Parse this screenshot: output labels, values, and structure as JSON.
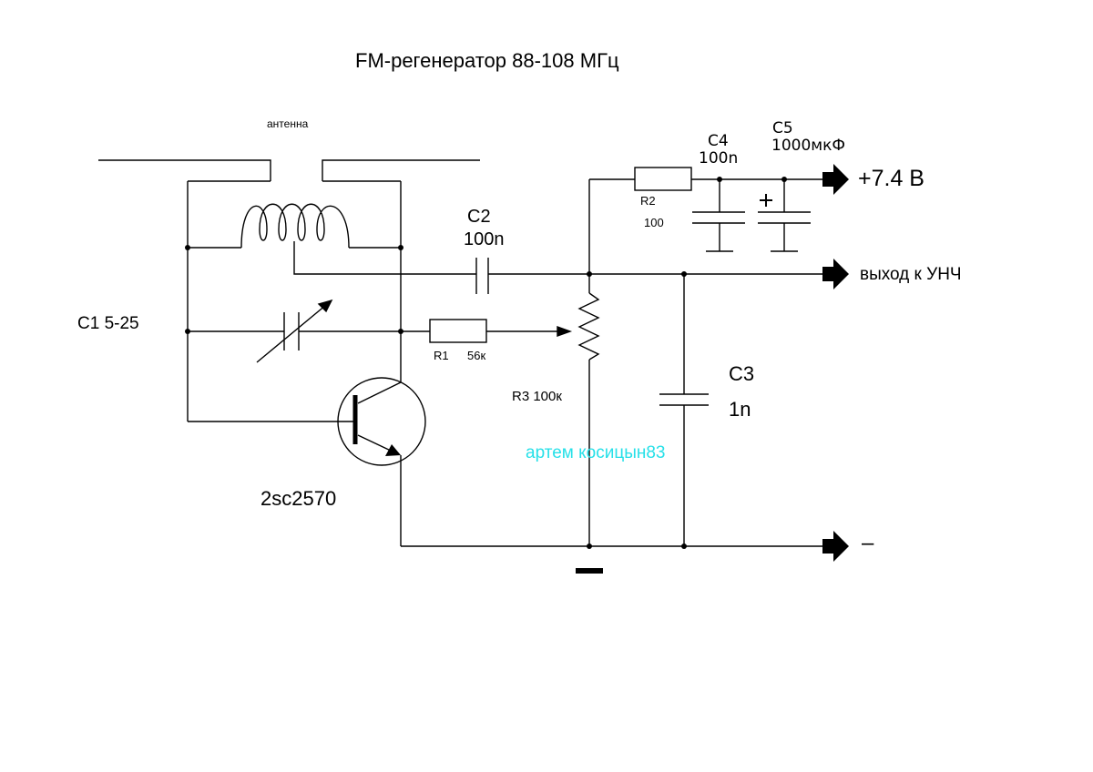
{
  "title": "FM-регенератор 88-108 МГц",
  "antenna": {
    "label": "антенна"
  },
  "c1": {
    "label": "С1 5-25"
  },
  "c2": {
    "name": "С2",
    "value": "100n"
  },
  "c3": {
    "name": "С3",
    "value": "1n"
  },
  "c4": {
    "name": "С4",
    "value": "100n"
  },
  "c5": {
    "name": "С5",
    "value": "1000мкФ",
    "polarity": "+"
  },
  "r1": {
    "name": "R1",
    "value": "56к"
  },
  "r2": {
    "name": "R2",
    "value": "100"
  },
  "r3": {
    "label": "R3 100к"
  },
  "transistor": {
    "label": "2sc2570"
  },
  "terminals": {
    "supply": "+7.4 В",
    "output": "выход к УНЧ",
    "ground": "–"
  },
  "author": "артем косицын83",
  "colors": {
    "wire": "#000000",
    "author_text": "#27e0e8",
    "background": "#ffffff"
  }
}
